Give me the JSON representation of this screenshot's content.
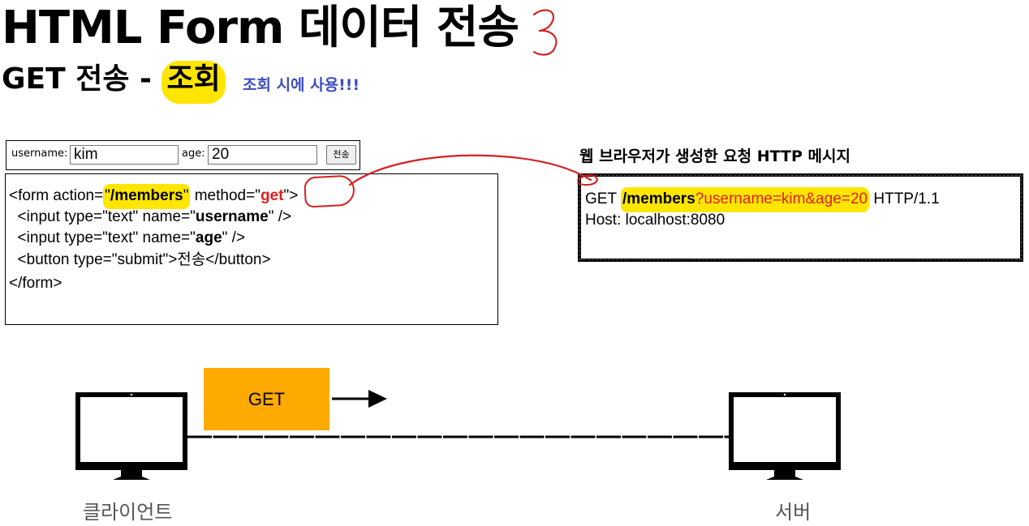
{
  "slide": {
    "title": "HTML Form 데이터 전송",
    "subtitle_prefix": "GET 전송 - ",
    "subtitle_highlight": "조회",
    "note": "조회 시에 사용!!!"
  },
  "form_preview": {
    "username_label": "username:",
    "username_value": "kim",
    "age_label": "age:",
    "age_value": "20",
    "submit_label": "전송"
  },
  "code": {
    "l1_a": "<form action=",
    "l1_q1": "\"",
    "l1_action": "/members",
    "l1_q2": "\"",
    "l1_b": " method=",
    "l1_q3": "\"",
    "l1_method": "get",
    "l1_q4": "\"",
    "l1_c": ">",
    "l2_a": "  <input type=\"text\" name=\"",
    "l2_name": "username",
    "l2_b": "\" />",
    "l3_a": "  <input type=\"text\" name=\"",
    "l3_name": "age",
    "l3_b": "\" />",
    "l4": "  <button type=\"submit\">전송</button>",
    "l5": "</form>"
  },
  "http": {
    "caption_a": "웹 브라우저가 생성한 요청 ",
    "caption_b": "HTTP",
    "caption_c": " 메시지",
    "method": "GET ",
    "path": "/members",
    "query": "?username=kim&age=20",
    "version": " HTTP/1.1",
    "host": "Host: localhost:8080"
  },
  "diagram": {
    "get_label": "GET",
    "client_label": "클라이언트",
    "server_label": "서버"
  },
  "colors": {
    "highlight": "#ffe600",
    "annotation_red": "#d62020",
    "get_box": "#ffaa00",
    "note_blue": "#3b4cc0"
  }
}
